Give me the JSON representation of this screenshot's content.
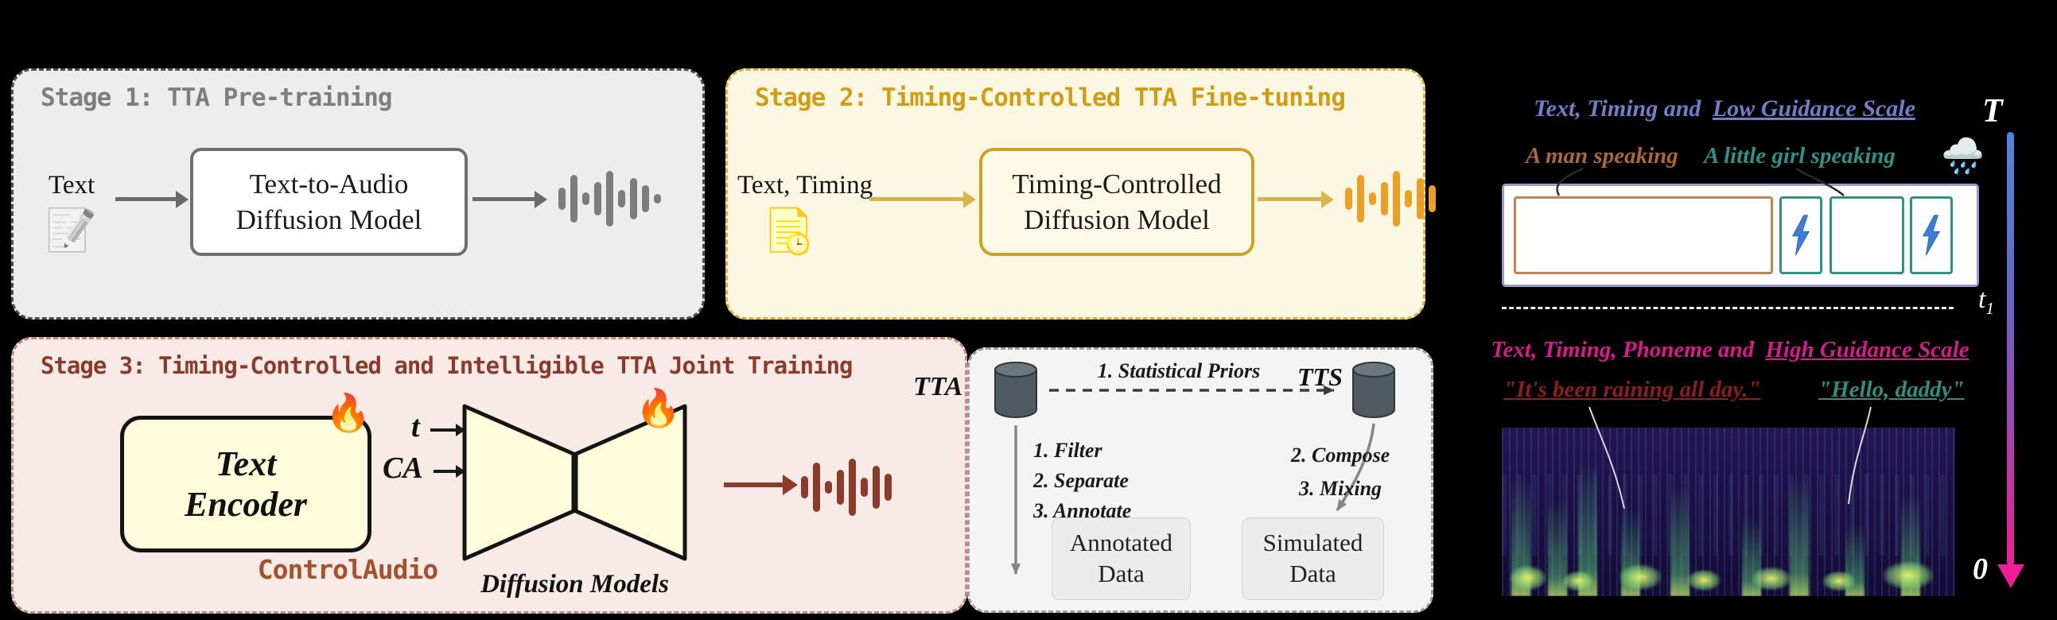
{
  "stage1": {
    "title": "Stage 1: TTA Pre-training",
    "input_label": "Text",
    "model_label": "Text-to-Audio Diffusion Model"
  },
  "stage2": {
    "title": "Stage 2: Timing-Controlled TTA Fine-tuning",
    "input_label": "Text, Timing",
    "model_label": "Timing-Controlled Diffusion Model"
  },
  "stage3": {
    "title": "Stage 3: Timing-Controlled and Intelligible TTA Joint Training",
    "encoder_label": "Text Encoder",
    "t_label": "t",
    "ca_label": "CA",
    "unet_label": "Diffusion Models",
    "brand": "ControlAudio"
  },
  "pipeline": {
    "tta_label": "TTA",
    "tts_label": "TTS",
    "priors_label": "1. Statistical Priors",
    "tta_steps": [
      "1. Filter",
      "2. Separate",
      "3. Annotate"
    ],
    "tts_steps": [
      "2. Compose",
      "3. Mixing"
    ],
    "annotated_label": "Annotated Data",
    "simulated_label": "Simulated Data"
  },
  "sampling": {
    "low_heading_prefix": "Text, Timing and",
    "low_heading_underlined": "Low Guidance Scale",
    "high_heading_prefix": "Text, Timing, Phoneme and",
    "high_heading_underlined": "High Guidance Scale",
    "man_label": "A man speaking",
    "girl_label": "A little girl speaking",
    "rain_quote": "\"It's been raining all day.\"",
    "hello_quote": "\"Hello, daddy\"",
    "time_top": "T",
    "time_mid_base": "t",
    "time_mid_sub": "1",
    "time_bottom": "0"
  },
  "icons": {
    "fire": "🔥",
    "memo": "📝",
    "timed_doc": "📄",
    "clock": "🕒",
    "rain_cloud": "🌧️"
  },
  "colors": {
    "stage1_accent": "#7f7f7f",
    "stage2_accent": "#c9a227",
    "stage3_accent": "#8c3b2b",
    "low_guidance_text": "#6f7fc8",
    "high_guidance_text": "#d81b8c",
    "man_text": "#a9683a",
    "girl_text": "#2f9188",
    "rain_quote_text": "#8b1f1f",
    "hello_quote_text": "#2f8f7f",
    "timeline_top": "#4f86e0",
    "timeline_bottom": "#ee1e96"
  }
}
